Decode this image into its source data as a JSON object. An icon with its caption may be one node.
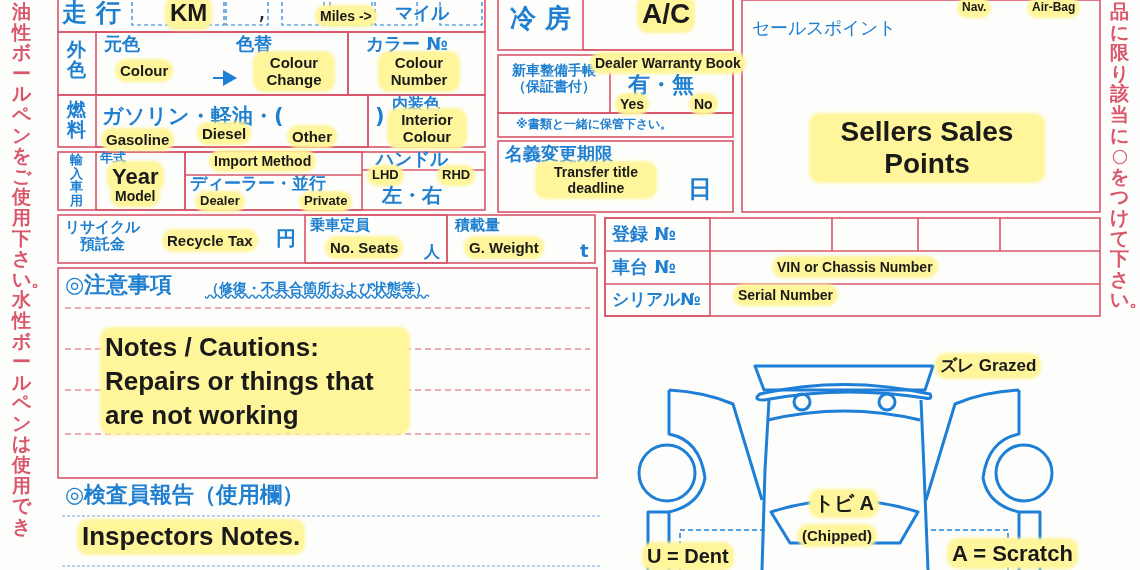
{
  "diagram": {
    "labels": [
      "油性ボールペンをご使用下さい。水性ボールペンは使用でき",
      "走 行",
      "KM",
      ",",
      "Miles ->",
      "マイル",
      "冷 房",
      "A/C",
      "Nav.",
      "Air-Bag",
      "セールスポイント",
      "外色",
      "元色",
      "Colour",
      "色替",
      "Colour Change",
      "カラー №",
      "Colour Number",
      "新車整備手帳（保証書付）",
      "Dealer Warranty Book",
      "有・無",
      "Yes",
      "No",
      "※書類と一緒に保管下さい。",
      "燃料",
      "ガソリン・軽油・(　　　　 )",
      "Gasoline",
      "Diesel",
      "Other",
      "内装色",
      "Interior Colour",
      "輸入車用",
      "年式",
      "Year",
      "Model",
      "Import Method",
      "ディーラー・並行",
      "Dealer",
      "Private",
      "ハンドル",
      "LHD",
      "RHD",
      "左・右",
      "名義変更期限",
      "Transfer title deadline",
      "日",
      "Sellers Sales Points",
      "リサイクル預託金",
      "Recycle Tax",
      "円",
      "乗車定員",
      "No. Seats",
      "人",
      "積載量",
      "G. Weight",
      "t",
      "登録 №",
      "車台 №",
      "VIN or Chassis Number",
      "シリアル№",
      "Serial Number",
      "◎注意事項",
      "（修復・不具合箇所および状態等）",
      "Notes / Cautions: Repairs or things that are not working",
      "◎検査員報告（使用欄）",
      "Inspectors Notes.",
      "ズレ Grazed",
      "トビ A",
      "(Chipped)",
      "U = Dent",
      "A = Scratch",
      "品に限り該当に○をつけて下さい。"
    ]
  }
}
